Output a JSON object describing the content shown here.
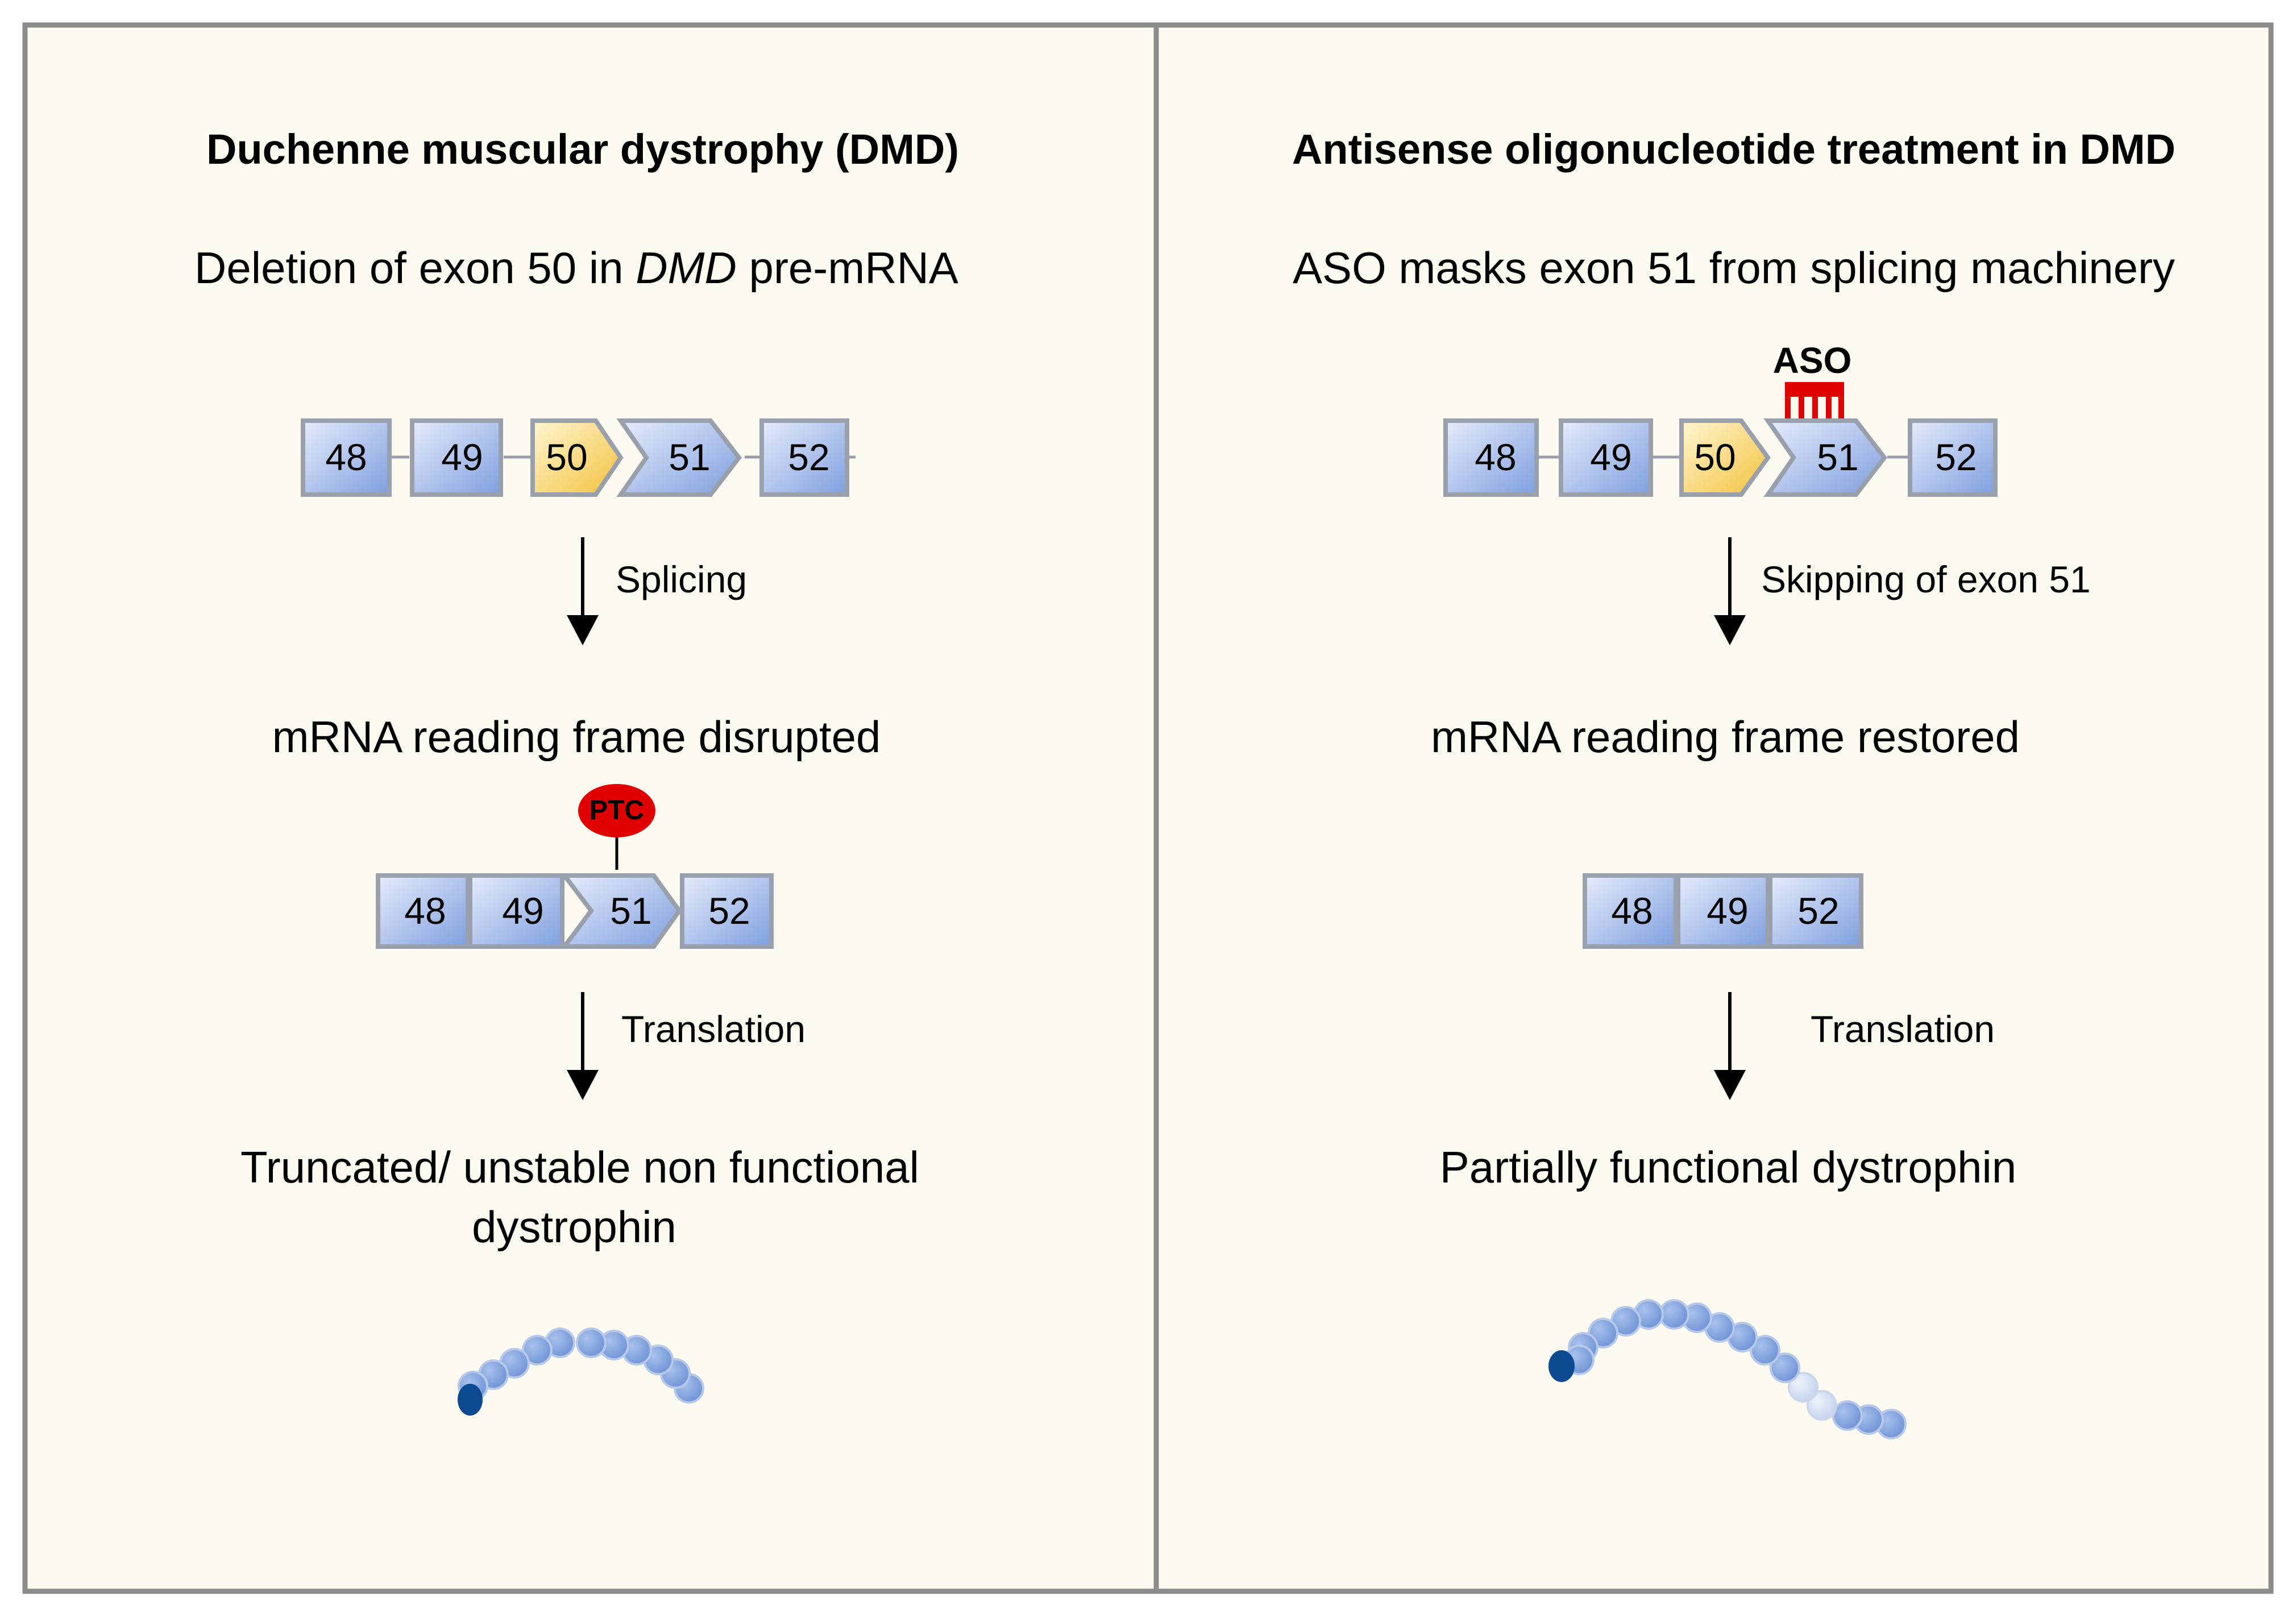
{
  "left": {
    "title": "Duchenne muscular dystrophy (DMD)",
    "subtitle_pre": "Deletion of exon 50 in ",
    "subtitle_italic": "DMD",
    "subtitle_post": " pre-mRNA",
    "premrna_exons": [
      "48",
      "49",
      "50",
      "51",
      "52"
    ],
    "step1": "Splicing",
    "result_title": "mRNA reading frame disrupted",
    "ptc_label": "PTC",
    "mrna_exons": [
      "48",
      "49",
      "51",
      "52"
    ],
    "step2": "Translation",
    "outcome_line1": "Truncated/ unstable non functional",
    "outcome_line2": "dystrophin",
    "protein_beads": 11
  },
  "right": {
    "title": "Antisense oligonucleotide treatment in DMD",
    "subtitle": "ASO masks exon 51 from splicing machinery",
    "aso_label": "ASO",
    "premrna_exons": [
      "48",
      "49",
      "50",
      "51",
      "52"
    ],
    "step1": "Skipping of exon 51",
    "result_title": "mRNA reading frame restored",
    "mrna_exons": [
      "48",
      "49",
      "52"
    ],
    "step2": "Translation",
    "outcome": "Partially functional dystrophin",
    "protein_beads": 16
  },
  "colors": {
    "panel_fill": "#fdfaf1",
    "panel_border": "#8c8c8c",
    "exon_blue_light": "#dfe7fa",
    "exon_blue_dark": "#7f9fdf",
    "exon_yellow_light": "#fff3c8",
    "exon_yellow_dark": "#f5c64a",
    "exon_border": "#9aa0ab",
    "ptc_red": "#e00000",
    "aso_red": "#e00000",
    "bead_blue": "#86a8e0",
    "bead_pale": "#cfdcf2",
    "bead_dark": "#0b4a90"
  }
}
